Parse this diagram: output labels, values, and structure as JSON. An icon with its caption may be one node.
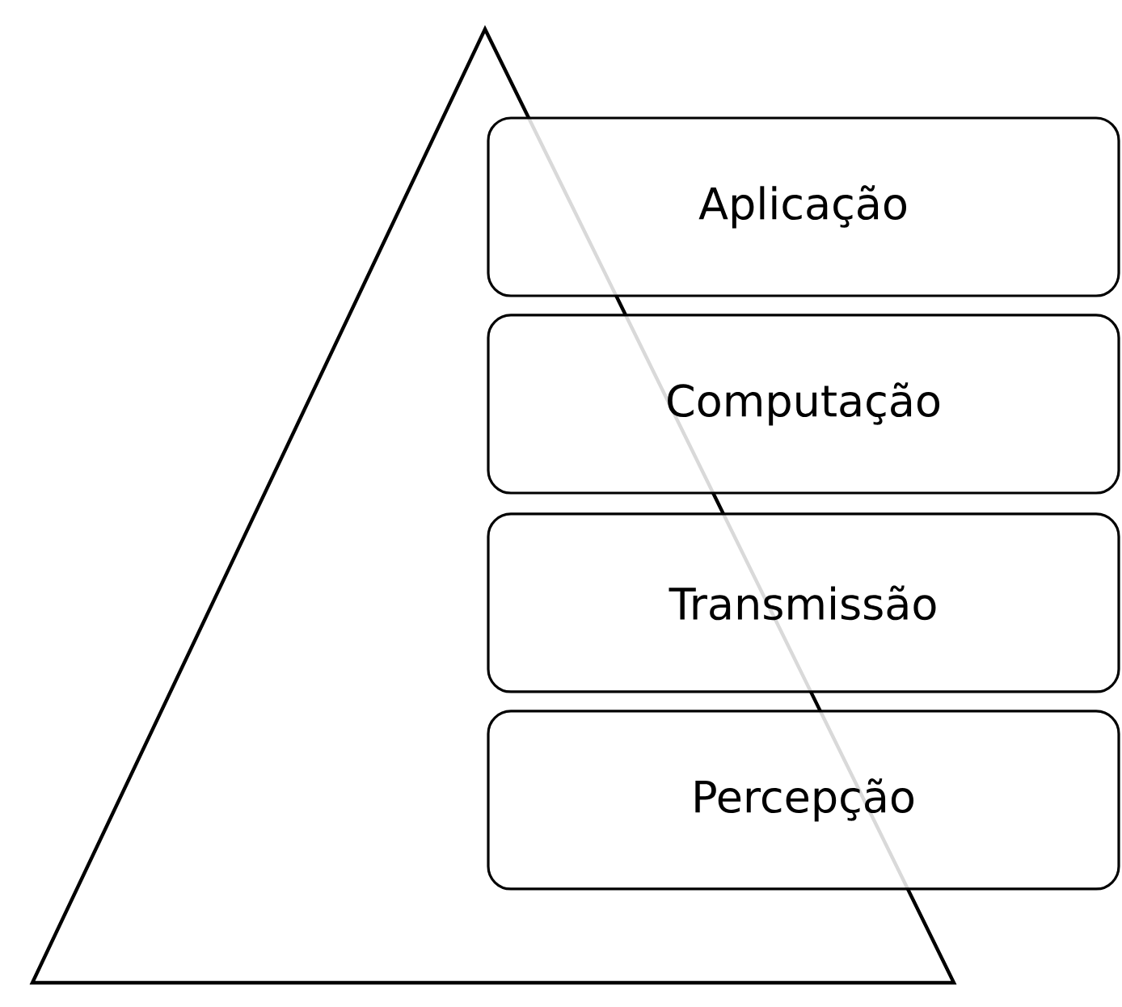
{
  "diagram": {
    "nodes": [
      {
        "text": [
          "Aplicação"
        ]
      },
      {
        "text": [
          "Computação"
        ]
      },
      {
        "text": [
          "Transmissão"
        ]
      },
      {
        "text": [
          "Percepção"
        ]
      }
    ]
  }
}
